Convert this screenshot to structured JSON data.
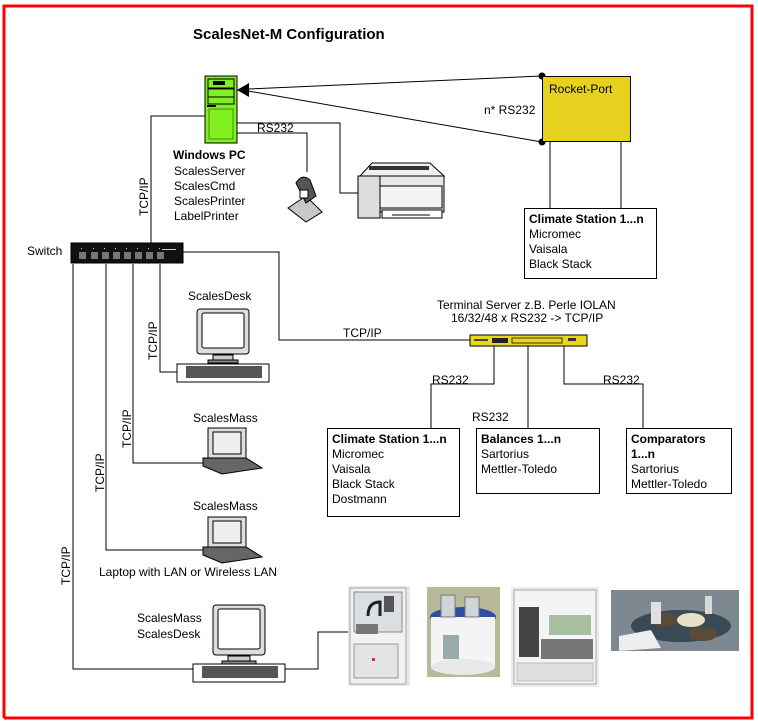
{
  "title": "ScalesNet-M Configuration",
  "colors": {
    "frame": "#ff0000",
    "pc_green": "#80f020",
    "rocket_port": "#e6d21e",
    "terminal_server": "#e8d81c",
    "line": "#000000"
  },
  "windows_pc": {
    "heading": "Windows PC",
    "software": [
      "ScalesServer",
      "ScalesCmd",
      "ScalesPrinter",
      "LabelPrinter"
    ],
    "icon": "desktop-tower-icon"
  },
  "rocket_port": {
    "label": "Rocket-Port",
    "link_label": "n* RS232"
  },
  "pc_rs232_label": "RS232",
  "label_printer_icon": "label-printer-icon",
  "laser_printer_icon": "laser-printer-icon",
  "climate_station_top": {
    "heading": "Climate Station 1...n",
    "items": [
      "Micromec",
      "Vaisala",
      "Black Stack"
    ]
  },
  "switch": {
    "label": "Switch",
    "icon": "network-switch-icon"
  },
  "tcpip_label": "TCP/IP",
  "terminal_server": {
    "line1": "Terminal Server z.B. Perle IOLAN",
    "line2": "16/32/48 x RS232 -> TCP/IP",
    "link_label": "TCP/IP",
    "port_labels": [
      "RS232",
      "RS232",
      "RS232"
    ]
  },
  "climate_station_bottom": {
    "heading": "Climate Station 1...n",
    "items": [
      "Micromec",
      "Vaisala",
      "Black Stack",
      "Dostmann"
    ]
  },
  "balances": {
    "heading": "Balances 1...n",
    "items": [
      "Sartorius",
      "Mettler-Toledo"
    ]
  },
  "comparators": {
    "heading_line1": "Comparators",
    "heading_line2": "1...n",
    "items": [
      "Sartorius",
      "Mettler-Toledo"
    ]
  },
  "clients": {
    "desk": {
      "label": "ScalesDesk",
      "link_label": "TCP/IP",
      "icon": "desktop-computer-icon"
    },
    "mass1": {
      "label": "ScalesMass",
      "link_label": "TCP/IP",
      "icon": "laptop-icon"
    },
    "mass2": {
      "label": "ScalesMass",
      "link_label": "TCP/IP",
      "caption": "Laptop with LAN or Wireless LAN",
      "icon": "laptop-icon"
    },
    "workstation": {
      "label_line1": "ScalesMass",
      "label_line2": "ScalesDesk",
      "link_label": "TCP/IP",
      "icon": "desktop-computer-icon"
    }
  },
  "photos": [
    {
      "name": "robotic-mass-comparator-cabinet-photo"
    },
    {
      "name": "carousel-comparator-photo"
    },
    {
      "name": "automated-weighing-system-photo"
    },
    {
      "name": "weight-handler-turntable-photo"
    }
  ]
}
